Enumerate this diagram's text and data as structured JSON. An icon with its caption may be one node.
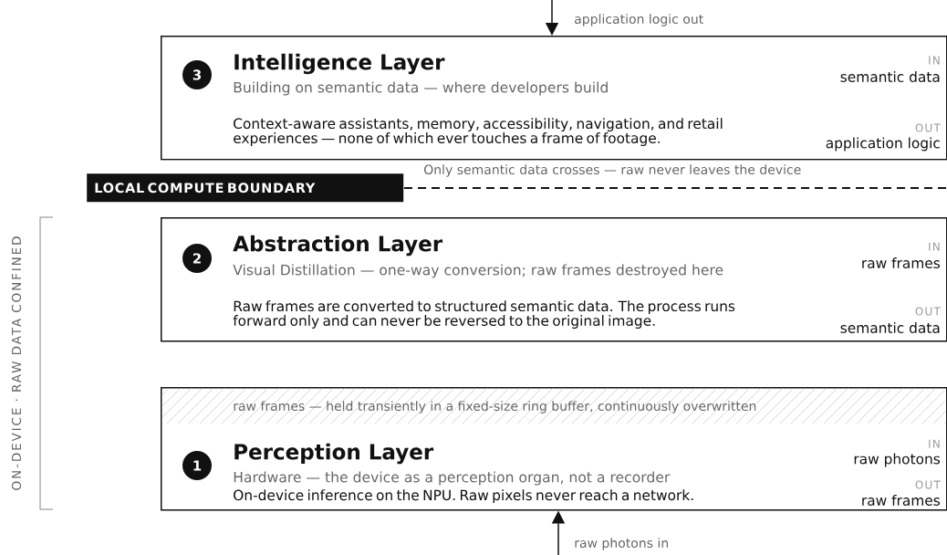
{
  "diagram": {
    "nodes": [
      {
        "text": [
          "Intelligence Layer",
          "Building on semantic data — where developers build",
          "Context-aware assistants, memory, accessibility, navigation, and retail experiences — none of which ever touches a frame of footage.",
          "IN",
          "semantic data",
          "OUT",
          "application logic"
        ]
      },
      {
        "text": [
          "3"
        ],
        "in": 0
      },
      {
        "text": [
          "LOCAL COMPUTE BOUNDARY"
        ]
      },
      {
        "text": [
          "Abstraction Layer",
          "Visual Distillation — one-way conversion; raw frames destroyed here",
          "Raw frames are converted to structured semantic data. The process runs forward only and can never be reversed to the original image.",
          "IN",
          "raw frames",
          "OUT",
          "semantic data"
        ]
      },
      {
        "text": [
          "2"
        ],
        "in": 3
      },
      {
        "text": [
          "Perception Layer",
          "Hardware — the device as a perception organ, not a recorder",
          "On-device inference on the NPU. Raw pixels never reach a network.",
          "IN",
          "raw photons",
          "OUT",
          "raw frames"
        ]
      },
      {
        "text": [
          "raw frames — held transiently in a fixed-size ring buffer, continuously overwritten"
        ],
        "in": 5
      },
      {
        "text": [
          "1"
        ],
        "in": 5
      }
    ],
    "edges": [
      {
        "from": null,
        "to": 0,
        "arrow": "to",
        "label": "application logic out"
      },
      {
        "from": null,
        "to": 5,
        "arrow": "to",
        "label": "raw photons in"
      }
    ],
    "labels": [
      "Only semantic data crosses — raw never leaves the device",
      "ON-DEVICE · RAW DATA CONFINED"
    ]
  }
}
